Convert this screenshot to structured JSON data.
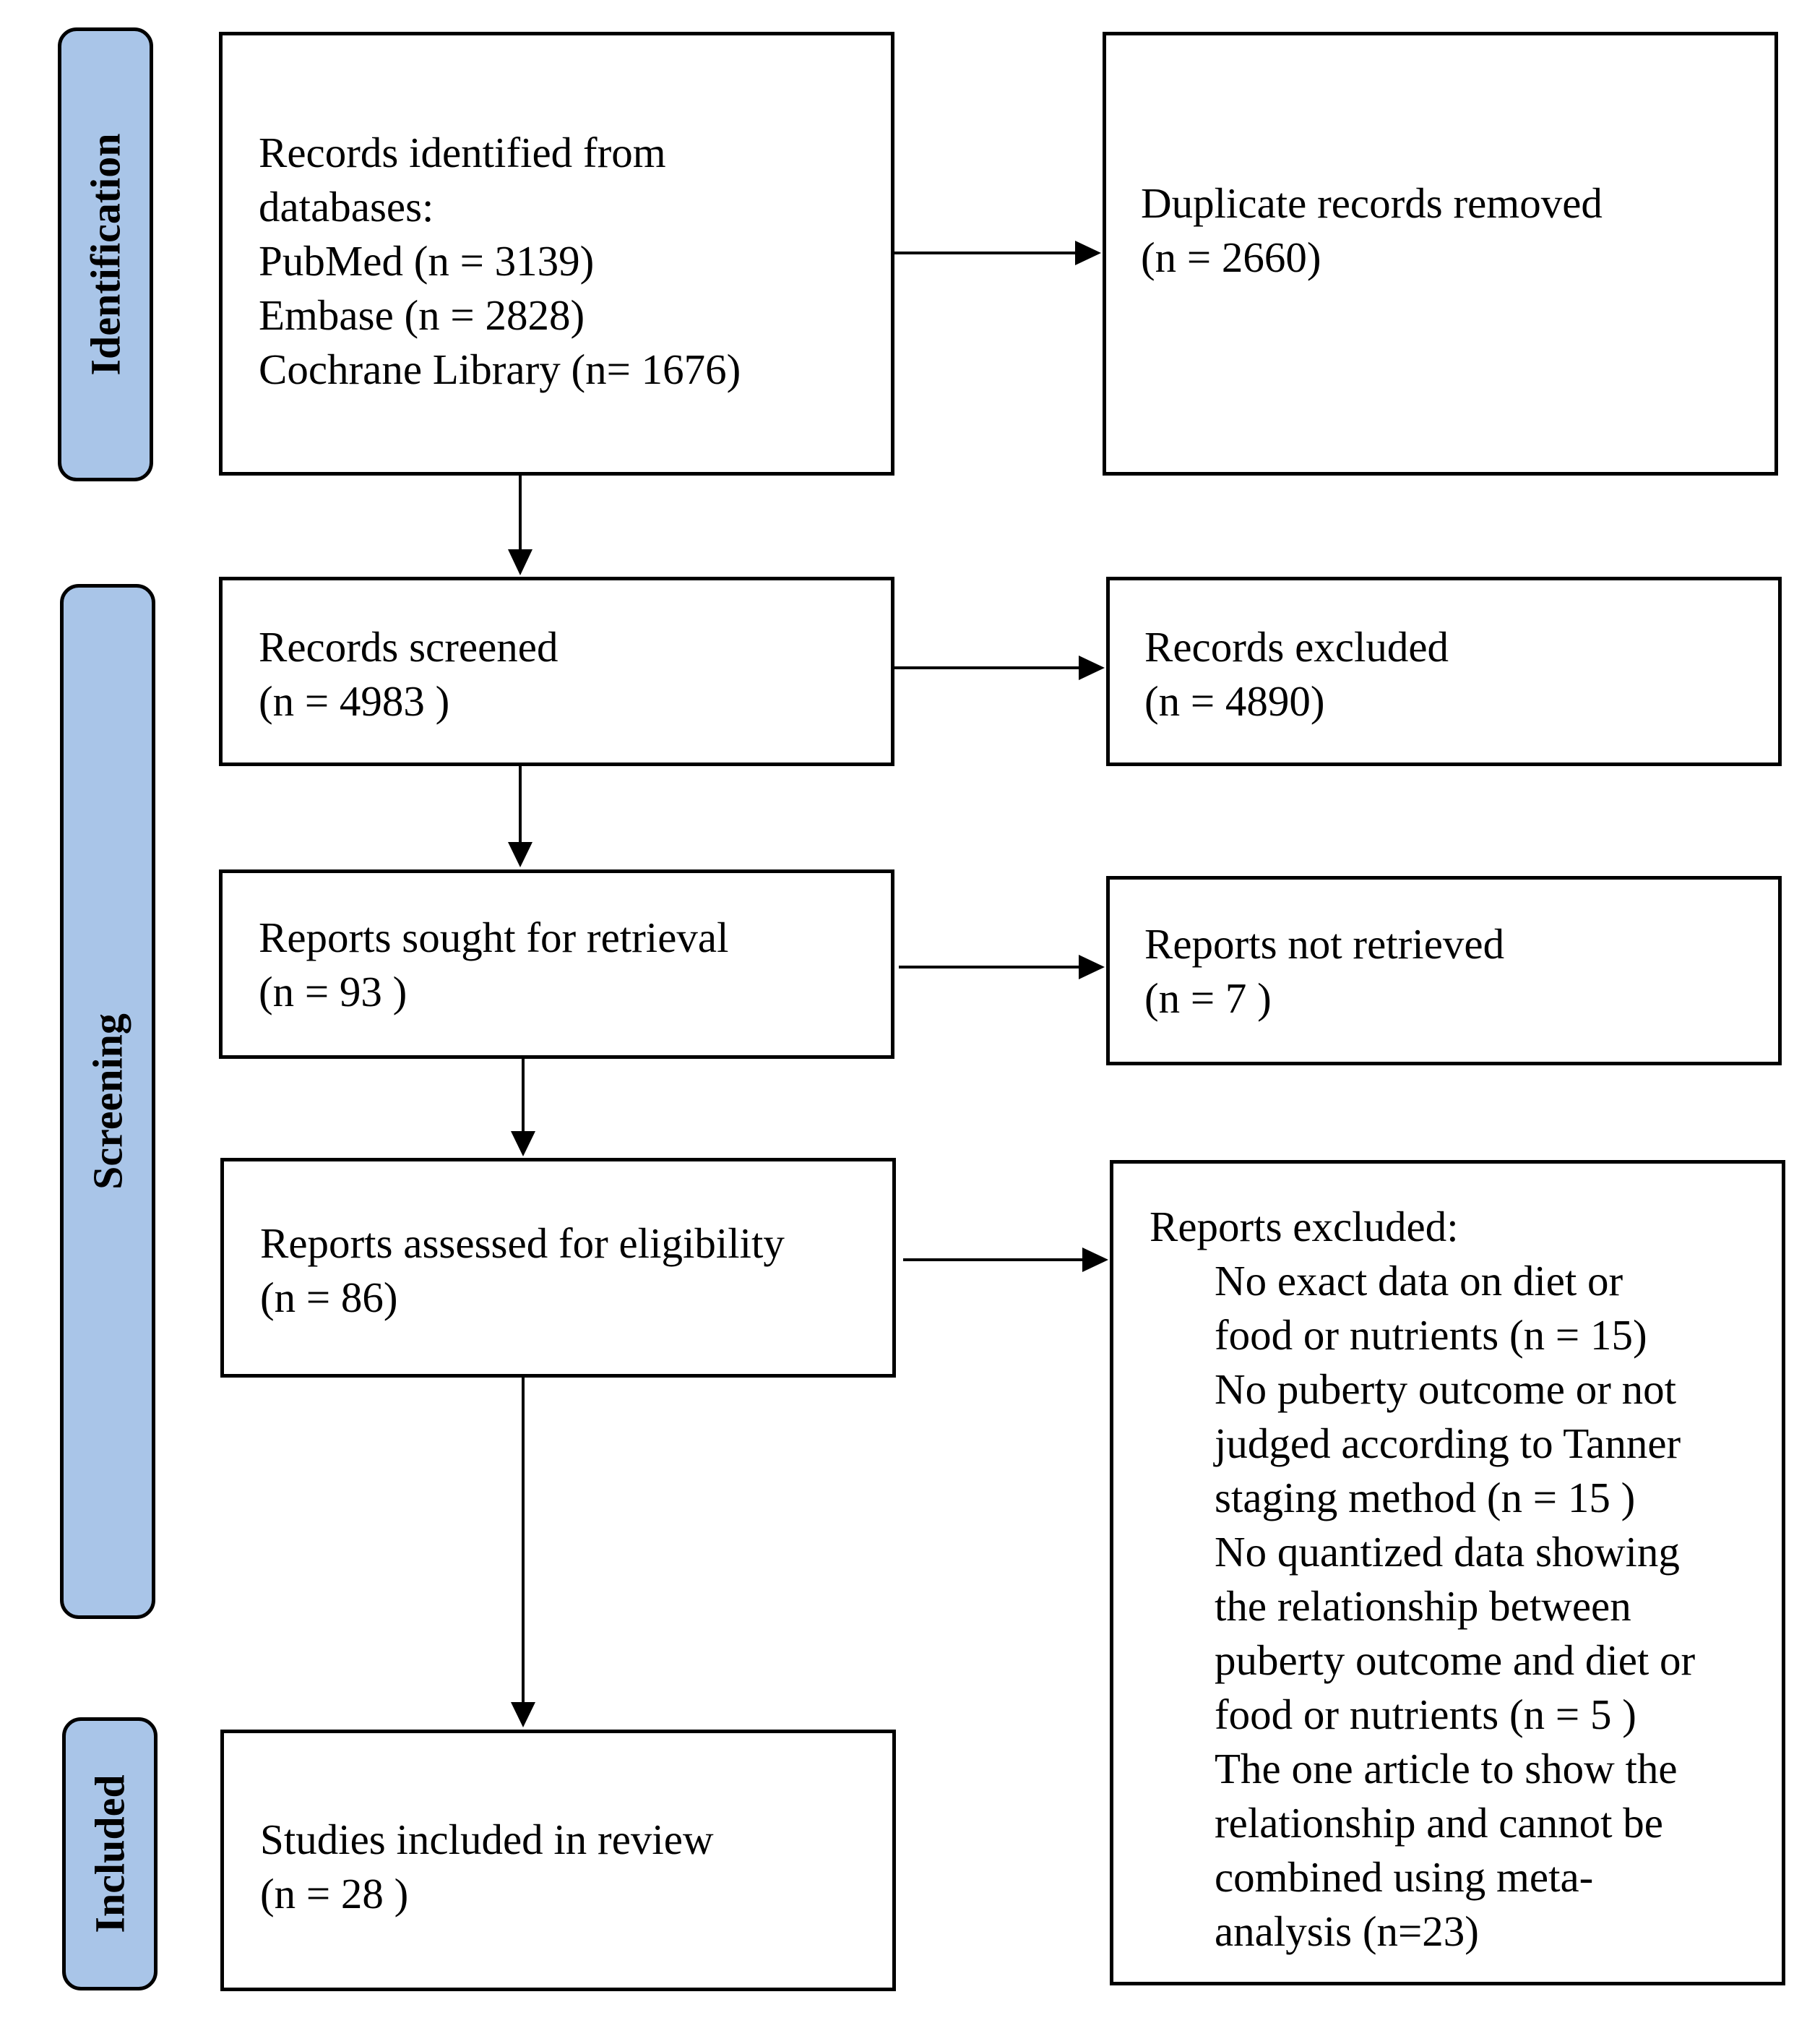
{
  "phases": {
    "identification": "Identification",
    "screening": "Screening",
    "included": "Included"
  },
  "boxes": {
    "identified": {
      "lines": [
        "Records identified from",
        "databases:",
        "PubMed (n = 3139)",
        "Embase (n = 2828)",
        "Cochrane Library (n= 1676)"
      ]
    },
    "duplicates": {
      "lines": [
        "Duplicate records removed",
        "(n = 2660)"
      ]
    },
    "screened": {
      "lines": [
        "Records screened",
        "(n = 4983 )"
      ]
    },
    "excluded_records": {
      "lines": [
        "Records excluded",
        "(n = 4890)"
      ]
    },
    "sought": {
      "lines": [
        "Reports sought for retrieval",
        "(n = 93 )"
      ]
    },
    "not_retrieved": {
      "lines": [
        "Reports not retrieved",
        "(n = 7 )"
      ]
    },
    "assessed": {
      "lines": [
        "Reports assessed for eligibility",
        "(n = 86)"
      ]
    },
    "reports_excluded": {
      "heading": "Reports excluded:",
      "lines": [
        "No exact data on diet or",
        "food or nutrients (n = 15)",
        "No puberty outcome or not",
        "judged according to Tanner",
        "staging method (n = 15 )",
        "No quantized data showing",
        "the relationship between",
        "puberty outcome and diet or",
        "food or nutrients (n = 5 )",
        "The one article to show the",
        "relationship and cannot be",
        "combined using meta-",
        "analysis (n=23)"
      ]
    },
    "included": {
      "lines": [
        "Studies included in review",
        "(n = 28 )"
      ]
    }
  }
}
